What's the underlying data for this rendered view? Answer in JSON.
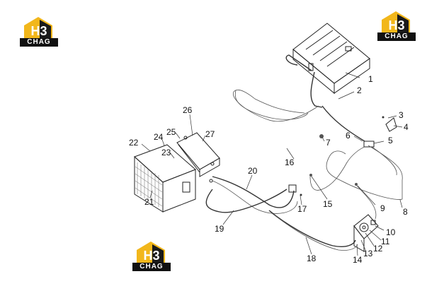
{
  "logos": [
    {
      "mark": "H3",
      "brand": "CHAG"
    },
    {
      "mark": "H3",
      "brand": "CHAG"
    },
    {
      "mark": "H3",
      "brand": "CHAG"
    }
  ],
  "colors": {
    "logo_yellow": "#f2b71b",
    "logo_dark": "#1a1a1a",
    "line": "#222222"
  },
  "callouts": [
    "1",
    "2",
    "3",
    "4",
    "5",
    "6",
    "7",
    "8",
    "9",
    "10",
    "11",
    "12",
    "13",
    "14",
    "15",
    "16",
    "17",
    "18",
    "19",
    "20",
    "21",
    "22",
    "23",
    "24",
    "25",
    "26",
    "27"
  ]
}
